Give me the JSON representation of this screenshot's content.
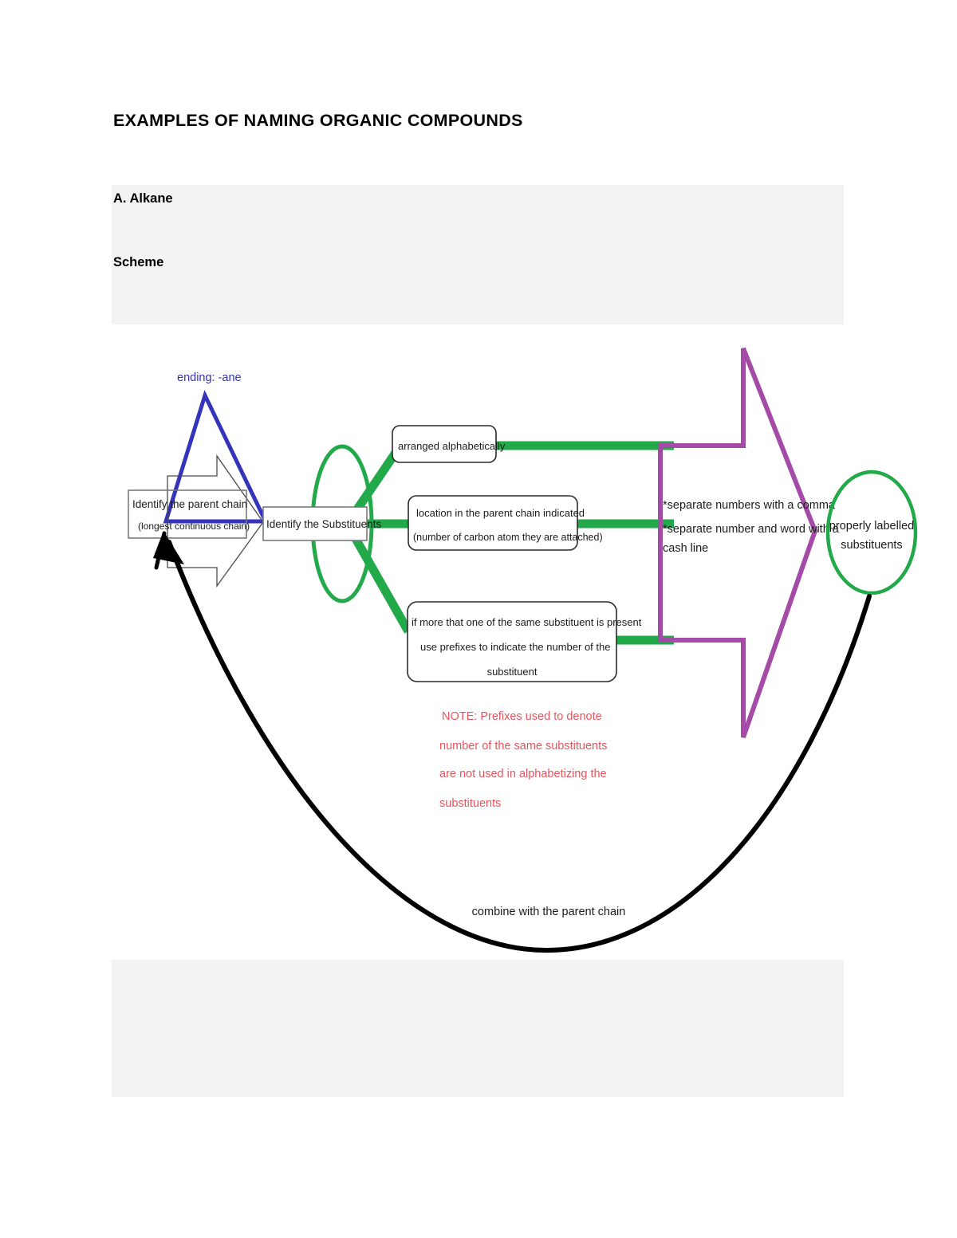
{
  "document": {
    "title": "EXAMPLES OF NAMING ORGANIC COMPOUNDS",
    "section_label": "A.  Alkane",
    "subsection_label": "Scheme"
  },
  "colors": {
    "green": "#22a94a",
    "green_dark": "#1f9a43",
    "purple": "#a44ba8",
    "blue": "#3333bb",
    "red": "#e8555e",
    "black": "#000000",
    "band_gray": "#f3f3f3",
    "box_border": "#7a7a7a"
  },
  "diagram": {
    "type": "flow-scheme",
    "title": "Scheme for naming alkanes",
    "nodes": {
      "ending_label": "ending: -ane",
      "parent_chain_line1": "Identify the parent chain",
      "parent_chain_line2": "(longest continuous chain)",
      "substituents": "Identify the Substituents",
      "alphabetical": "arranged alphabetically",
      "location_line1": "location in the parent chain indicated",
      "location_line2": "(number of carbon atom they are attached)",
      "prefix_line1": "if more that one of the same substituent is present",
      "prefix_line2": "use  prefixes to indicate the number of the",
      "prefix_line3": "substituent",
      "separator_line1": "*separate numbers with a comma",
      "separator_line2": "*separate number and word with a",
      "separator_line3": "cash line",
      "result_line1": "properly labelled",
      "result_line2": "substituents",
      "note_line1": "NOTE:  Prefixes used to denote",
      "note_line2": "number of the same substituents",
      "note_line3": "are not used in alphabetizing the",
      "note_line4": "substituents",
      "feedback_label": "combine with the parent chain"
    }
  }
}
